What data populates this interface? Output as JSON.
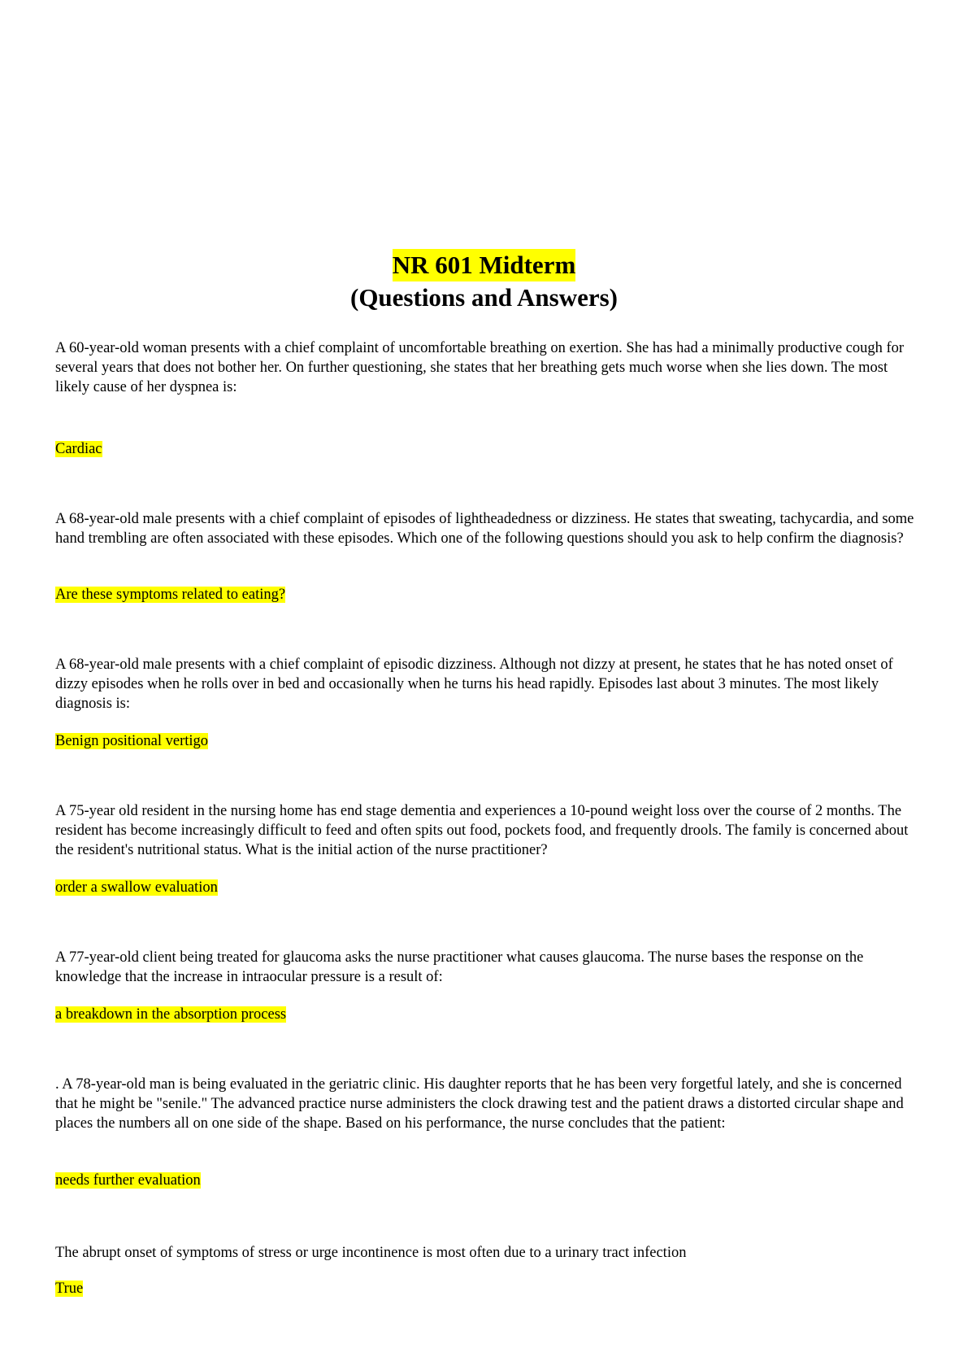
{
  "document": {
    "title": "NR 601 Midterm",
    "subtitle": "(Questions and Answers)",
    "items": [
      {
        "question": "A 60-year-old woman presents with a chief complaint of uncomfortable breathing on exertion. She has had a minimally productive cough for several years that does not bother her. On further questioning, she states that her breathing gets much worse when she lies down. The most likely cause of her dyspnea is:",
        "answer": "Cardiac"
      },
      {
        "question": "A 68-year-old male presents with a chief complaint of episodes of lightheadedness or dizziness. He states that sweating, tachycardia, and some hand trembling are often associated with these episodes. Which one of the following questions should you ask to help confirm the diagnosis?",
        "answer": "Are these symptoms related to eating?"
      },
      {
        "question": "A 68-year-old male presents with a chief complaint of episodic dizziness. Although not dizzy at present, he states that he has noted onset of dizzy episodes when he rolls over in bed and occasionally when he turns his head rapidly. Episodes last about 3 minutes. The most likely diagnosis is:",
        "answer": "Benign positional vertigo"
      },
      {
        "question": "A 75-year old resident in the nursing home has end stage dementia and experiences a 10-pound weight loss over the course of 2 months. The resident has become increasingly difficult to feed and often spits out food, pockets food, and frequently drools. The family is concerned about the resident's nutritional status. What is the initial action of the nurse practitioner?",
        "answer": "order a swallow evaluation"
      },
      {
        "question": "A 77-year-old client being treated for glaucoma asks the nurse practitioner what causes glaucoma. The nurse bases the response on the knowledge that the increase in intraocular pressure is a result of:",
        "answer": "a breakdown in the absorption process"
      },
      {
        "question": ". A 78-year-old man is being evaluated in the geriatric clinic. His daughter reports that he has been very forgetful lately, and she is concerned that he might be \"senile.\" The advanced practice nurse administers the clock drawing test and the patient draws a distorted circular shape and places the numbers all on one side of the shape. Based on his performance, the nurse concludes that the patient:",
        "answer": "needs further evaluation"
      },
      {
        "question": "The abrupt onset of symptoms of stress or urge incontinence is most often due to a urinary tract infection",
        "answer": "True"
      }
    ],
    "highlight_color": "#ffff00"
  }
}
